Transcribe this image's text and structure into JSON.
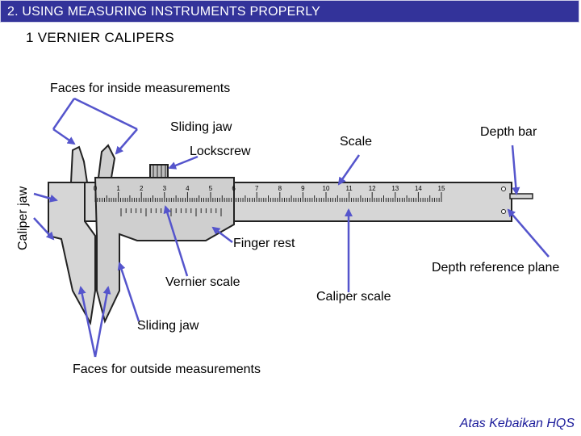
{
  "header": {
    "title": "2. USING MEASURING INSTRUMENTS PROPERLY",
    "bar_color": "#33339a"
  },
  "subtitle": "1 VERNIER CALIPERS",
  "labels": {
    "faces_inside": "Faces for inside measurements",
    "sliding_jaw_top": "Sliding jaw",
    "lockscrew": "Lockscrew",
    "scale": "Scale",
    "depth_bar": "Depth bar",
    "caliper_jaw": "Caliper jaw",
    "finger_rest": "Finger rest",
    "depth_reference_plane": "Depth reference plane",
    "vernier_scale": "Vernier scale",
    "caliper_scale": "Caliper scale",
    "sliding_jaw_bottom": "Sliding jaw",
    "faces_outside": "Faces for outside measurements"
  },
  "scale_numbers": [
    "0",
    "1",
    "2",
    "3",
    "4",
    "5",
    "6",
    "7",
    "8",
    "9",
    "10",
    "11",
    "12",
    "13",
    "14",
    "15"
  ],
  "footer": "Atas Kebaikan HQS",
  "colors": {
    "arrow": "#5555cc",
    "instrument": "#d6d6d6",
    "instrument_outline": "#222222"
  }
}
